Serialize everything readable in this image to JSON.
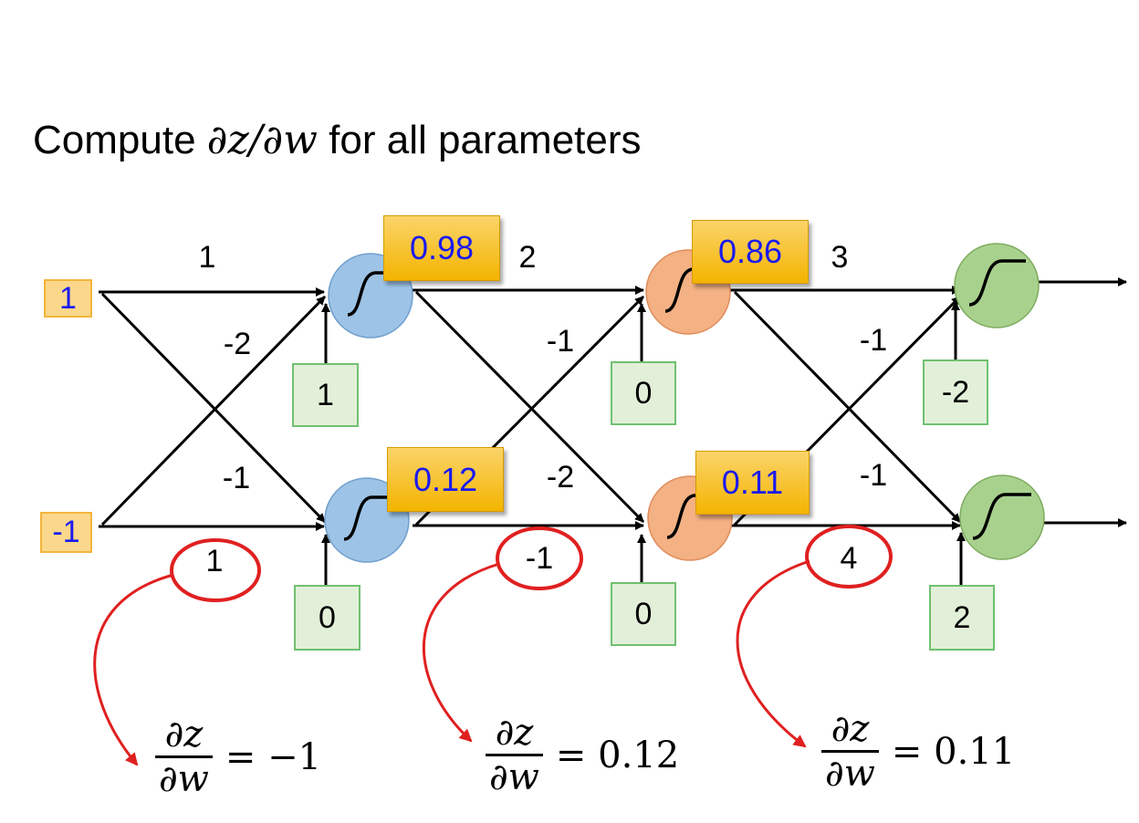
{
  "title": {
    "prefix": "Compute ",
    "math": "∂z/∂w",
    "suffix": " for all parameters"
  },
  "inputs": [
    "1",
    "-1"
  ],
  "weights": {
    "layer1": [
      "1",
      "-2",
      "-1",
      "1"
    ],
    "layer2": [
      "2",
      "-1",
      "-2",
      "-1"
    ],
    "layer3": [
      "3",
      "-1",
      "-1",
      "4"
    ]
  },
  "biases": {
    "layer1": [
      "1",
      "0"
    ],
    "layer2": [
      "0",
      "0"
    ],
    "layer3": [
      "-2",
      "2"
    ]
  },
  "activations": {
    "layer1": [
      "0.98",
      "0.12"
    ],
    "layer2": [
      "0.86",
      "0.11"
    ]
  },
  "derivatives": [
    {
      "numerator": "∂z",
      "denominator": "∂w",
      "value": "= −1"
    },
    {
      "numerator": "∂z",
      "denominator": "∂w",
      "value": "= 0.12"
    },
    {
      "numerator": "∂z",
      "denominator": "∂w",
      "value": "= 0.11"
    }
  ],
  "colors": {
    "layer1_neuron": "#9dc3e6",
    "layer2_neuron": "#f4b183",
    "layer3_neuron": "#a9d18e",
    "highlight": "#e02020",
    "activation_value": "#1a1aee"
  }
}
